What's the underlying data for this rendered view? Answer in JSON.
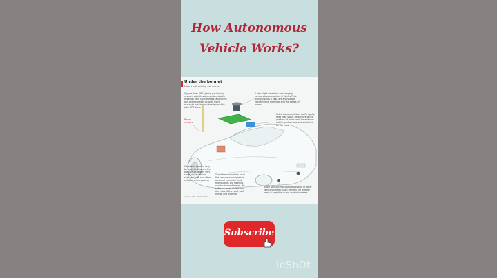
{
  "title": {
    "line1": "How Autonomous",
    "line2": "Vehicle Works?"
  },
  "infographic": {
    "heading": "Under the bonnet",
    "subheading": "How a self-driving car works",
    "gps_label": "Signals from GPS (global positioning system) satellites are combined with readings from tachometers, altimeters and gyroscopes to provide more accurate positioning than is possible with GPS alone",
    "lidar_label": "Lidar (light detection and ranging) sensors bounce pulses of light off the surroundings. These are analysed to identify lane markings and the edges of roads",
    "radar_label": "Radar sensors",
    "video_label": "Video cameras detect traffic lights, read road signs, keep track of the position of other vehicles and look out for pedestrians and obstacles on the road",
    "ultrasonic_label": "Ultrasonic sensors may be used to measure the position of objects very close to the vehicle, such as curbs and other vehicles when parking",
    "computer_label": "The information from all of the sensors is analysed by a central computer that manipulates the steering, accelerator and brakes. Its software must understand the rules of the road, both formal and informal",
    "radar_long_label": "Radar sensors monitor the position of other vehicles nearby. Such sensors are already used in adaptive cruise-control systems",
    "source": "Source: The Economist"
  },
  "subscribe": {
    "label": "Subscribe"
  },
  "watermark": "InShOt",
  "colors": {
    "title": "#b3263a",
    "button": "#e0282b",
    "panel": "#c9dede",
    "accent": "#3fb34a"
  }
}
